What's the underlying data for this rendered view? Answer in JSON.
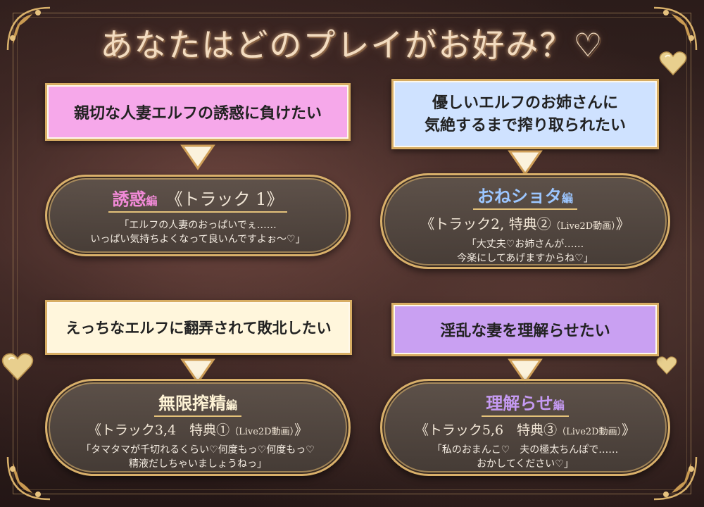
{
  "title": "あなたはどのプレイがお好み？♡",
  "panels": [
    {
      "banner": [
        "親切な人妻エルフの誘惑に負けたい"
      ],
      "banner_color": "#f6a8ea",
      "name": "誘惑",
      "name_suffix": "編",
      "name_color": "#f28ad8",
      "tracks_main": "《トラック 1》",
      "tracks_small": "",
      "tracks_end": "",
      "quote": [
        "「エルフの人妻のおっぱいでぇ……",
        "いっぱい気持ちよくなって良いんですよぉ～♡」"
      ]
    },
    {
      "banner": [
        "優しいエルフのお姉さんに",
        "気絶するまで搾り取られたい"
      ],
      "banner_color": "#cfe2ff",
      "name": "おねショタ",
      "name_suffix": "編",
      "name_color": "#9cc6ff",
      "tracks_main": "《トラック2, 特典②",
      "tracks_small": "（Live2D動画）",
      "tracks_end": "》",
      "quote": [
        "「大丈夫♡お姉さんが……",
        "今楽にしてあげますからね♡」"
      ]
    },
    {
      "banner": [
        "えっちなエルフに翻弄されて敗北したい"
      ],
      "banner_color": "#fff6dc",
      "name": "無限搾精",
      "name_suffix": "編",
      "name_color": "#fff4d6",
      "tracks_main": "《トラック3,4　特典①",
      "tracks_small": "（Live2D動画）",
      "tracks_end": "》",
      "quote": [
        "「タマタマが千切れるくらい♡何度もっ♡何度もっ♡",
        "精液だしちゃいましょうねっ」"
      ]
    },
    {
      "banner": [
        "淫乱な妻を理解らせたい"
      ],
      "banner_color": "#c9a0f2",
      "name": "理解らせ",
      "name_suffix": "編",
      "name_color": "#c59af2",
      "tracks_main": "《トラック5,6　特典③",
      "tracks_small": "（Live2D動画）",
      "tracks_end": "》",
      "quote": [
        "「私のおまんこ♡　夫の極太ちんぽで……",
        "おかしてください♡」"
      ]
    }
  ]
}
